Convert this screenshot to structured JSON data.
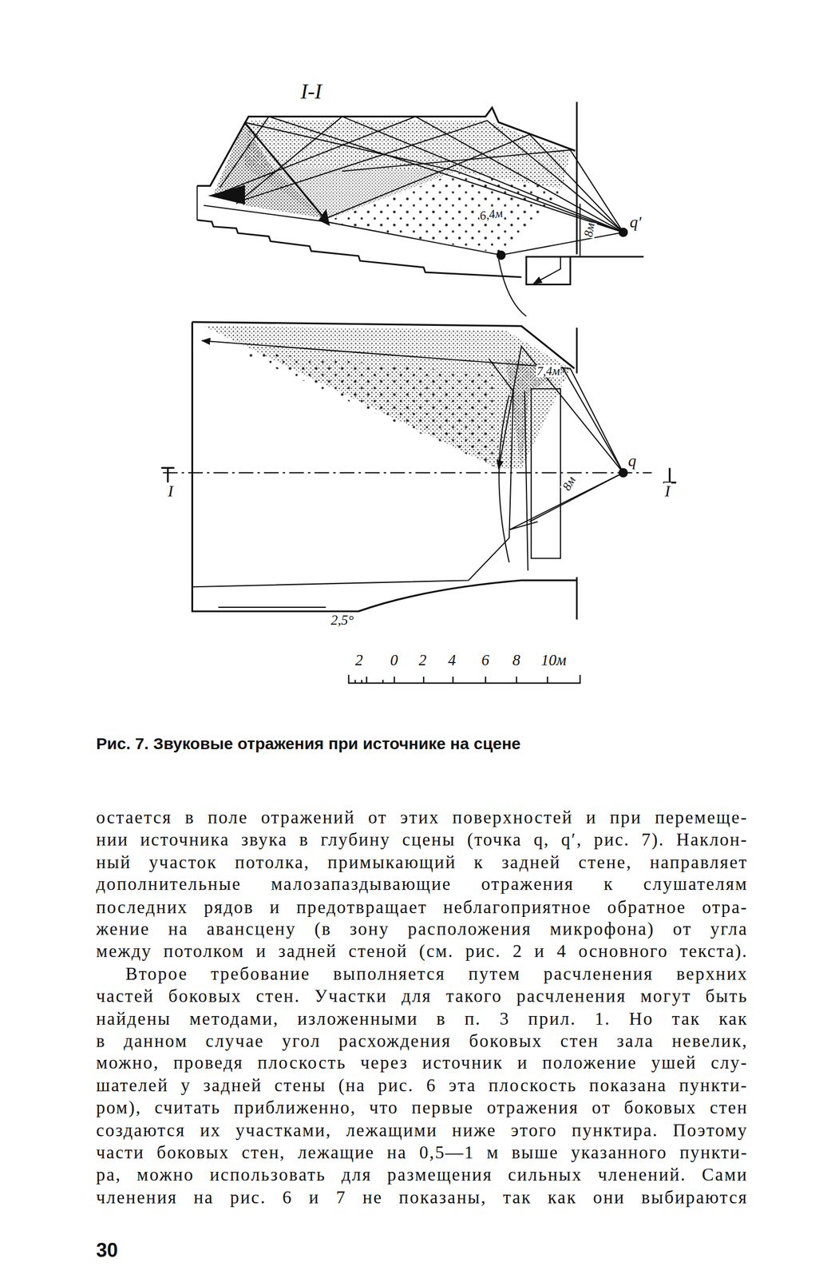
{
  "diagram": {
    "caption": "Рис. 7. Звуковые отражения при источнике на сцене",
    "labels": [
      "I-I",
      "6,4м",
      "q′",
      "8м",
      "7,4м",
      "q",
      "I",
      "8м",
      "I",
      "2,5°",
      "2",
      "0",
      "2",
      "4",
      "6",
      "8",
      "10м",
      "остается в поле отражений от этих поверхностей и при перемеще-",
      "нии источника звука в глубину сцены (точка q, q′, рис. 7). Наклон-",
      "ный участок потолка, примыкающий к задней стене, направляет",
      "дополнительные малозапаздывающие отражения к слушателям",
      "последних рядов и предотвращает неблагоприятное обратное отра-",
      "жение на авансцену (в зону расположения микрофона) от угла",
      "между потолком и задней стеной (см. рис. 2 и 4 основного текста).",
      "Второе требование выполняется путем расчленения верхних",
      "частей боковых стен. Участки для такого расчленения могут быть",
      "найдены методами, изложенными в п. 3 прил. 1. Но так как",
      "в данном случае угол расхождения боковых стен зала невелик,",
      "можно, проведя плоскость через источник и положение ушей слу-",
      "шателей у задней стены (на рис. 6 эта плоскость показана пункти-",
      "ром), считать приближенно, что первые отражения от боковых стен",
      "создаются их участками, лежащими ниже этого пунктира. Поэтому",
      "части боковых стен, лежащие на 0,5—1 м выше указанного пункти-",
      "ра, можно использовать для размещения сильных членений. Сами",
      "членения на рис. 6 и 7 не показаны, так как они выбираются",
      "30"
    ]
  }
}
